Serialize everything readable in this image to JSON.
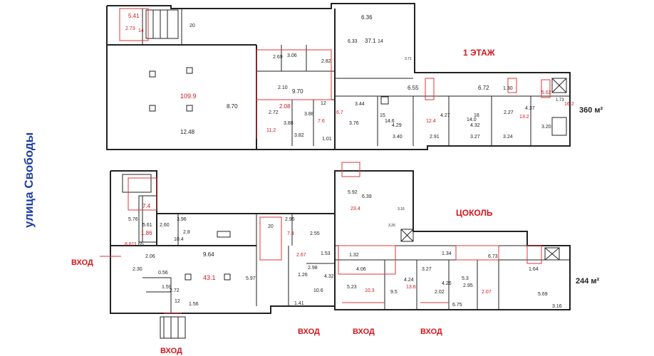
{
  "street_label": "улица Свободы",
  "floor1": {
    "title": "1 ЭТАЖ",
    "area": "360 м²",
    "dims": [
      "5.41",
      "2.73",
      "14",
      "20",
      "6.36",
      "6.33",
      "37.1",
      "14",
      "3.06",
      "2.69",
      "2.82",
      "3.71",
      "2.10",
      "9.70",
      "6.55",
      "6.72",
      "1.30",
      "1.73",
      "8.70",
      "109.9",
      "12.48",
      "2.72",
      "3.88",
      "3.82",
      "11.2",
      "3.88",
      "2.08",
      "12",
      "7.6",
      "1.01",
      "3.44",
      "3.76",
      "6.7",
      "15",
      "14.6",
      "4.29",
      "3.40",
      "4.27",
      "12.4",
      "2.91",
      "14.0",
      "4.32",
      "18",
      "3.27",
      "2.27",
      "4.37",
      "3.24",
      "3.20",
      "13.2",
      "5.62",
      "16.2"
    ]
  },
  "basement": {
    "title": "ЦОКОЛЬ",
    "area": "244 м²",
    "dims": [
      "7.4",
      "5.76",
      "5.61",
      "1.86",
      "8.81",
      "1.65",
      "2.06",
      "2.30",
      "0.56",
      "1.59",
      "2.72",
      "12",
      "1.56",
      "3.96",
      "2.60",
      "10.4",
      "2.8",
      "9.64",
      "43.1",
      "5.97",
      "2.95",
      "7.3",
      "2.55",
      "20",
      "2.67",
      "1.53",
      "2.98",
      "1.26",
      "4.32",
      "10.6",
      "1.41",
      "6.39",
      "5.92",
      "23.4",
      "3.16",
      "3.26",
      "1.32",
      "4.06",
      "3.27",
      "1.34",
      "6.73",
      "5.23",
      "10.3",
      "9.5",
      "4.24",
      "13.6",
      "4.26",
      "2.02",
      "5.3",
      "2.95",
      "2.07",
      "6.75",
      "3.16",
      "1.64",
      "5.69"
    ]
  },
  "entrances": {
    "left": "ВХОД",
    "bottom_left": "ВХОД",
    "bottom_1": "ВХОД",
    "bottom_2": "ВХОД",
    "bottom_3": "ВХОД"
  }
}
